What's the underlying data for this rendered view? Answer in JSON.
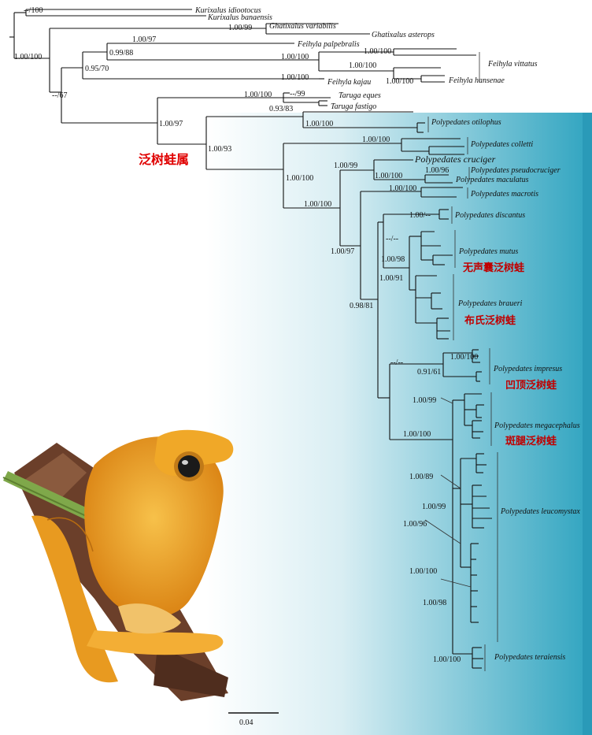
{
  "tree": {
    "genus_label": "泛树蛙属",
    "scale_label": "0.04",
    "tips": [
      "Kurixalus idiootocus",
      "Kurixalus banaensis",
      "Ghatixalus variabilis",
      "Ghatixalus asterops",
      "Feihyla palpebralis",
      "Feihyla vittatus",
      "Feihyla hansenae",
      "Feihyla kajau",
      "Taruga eques",
      "Taruga fastigo",
      "Polypedates otilophus",
      "Polypedates colletti",
      "Polypedates cruciger",
      "Polypedates pseudocruciger",
      "Polypedates maculatus",
      "Polypedates macrotis",
      "Polypedates discantus",
      "Polypedates mutus",
      "Polypedates braueri",
      "Polypedates impresus",
      "Polypedates megacephalus",
      "Polypedates leucomystax",
      "Polypedates teraiensis"
    ],
    "chinese_labels": [
      "无声囊泛树蛙",
      "布氏泛树蛙",
      "凹顶泛树蛙",
      "斑腿泛树蛙"
    ],
    "support": [
      "--/100",
      "1.00/99",
      "1.00/100",
      "1.00/97",
      "1.00/100",
      "0.99/88",
      "1.00/100",
      "0.95/70",
      "1.00/100",
      "1.00/100",
      "1.00/100",
      "--/67",
      "1.00/100",
      "--/99",
      "0.93/83",
      "1.00/97",
      "1.00/100",
      "1.00/93",
      "1.00/100",
      "1.00/100",
      "1.00/99",
      "1.00/96",
      "1.00/100",
      "1.00/100",
      "1.00/100",
      "1.00/--",
      "--/--",
      "1.00/98",
      "1.00/97",
      "1.00/91",
      "0.98/81",
      "1.00/100",
      "--/--",
      "0.91/61",
      "1.00/99",
      "1.00/100",
      "1.00/89",
      "1.00/99",
      "1.00/96",
      "1.00/100",
      "1.00/98",
      "1.00/100"
    ]
  },
  "colors": {
    "gradient_start": "#ffffff",
    "gradient_end": "#2fa4c0",
    "genus_label": "#e00000",
    "chinese_label": "#c00000",
    "frog_body": "#f0a020",
    "branch_wood": "#6b3f2a"
  }
}
